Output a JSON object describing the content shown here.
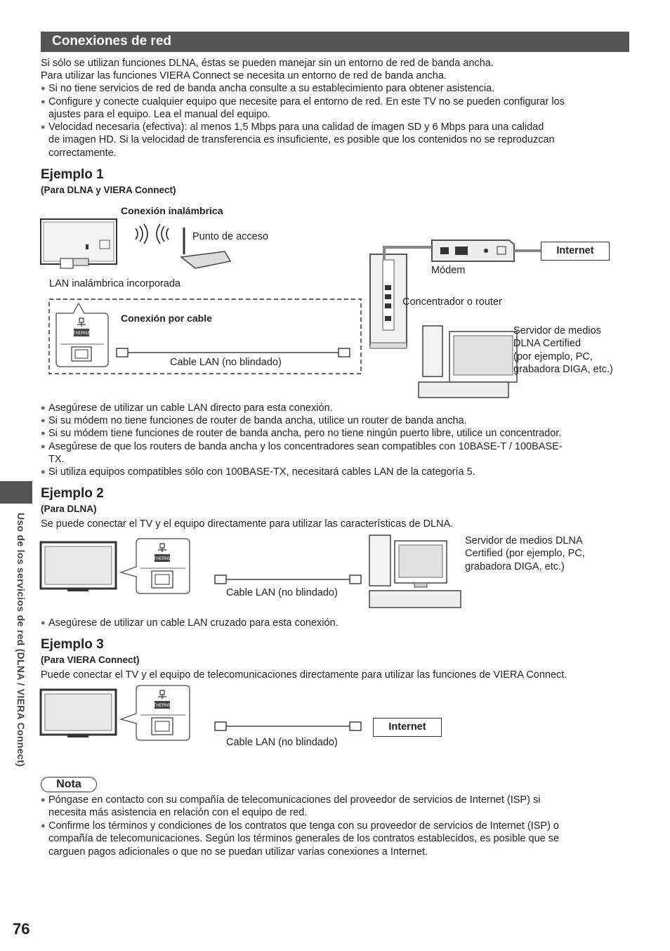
{
  "section": {
    "title": "Conexiones de red"
  },
  "intro": {
    "line1": "Si sólo se utilizan funciones DLNA, éstas se pueden manejar sin un entorno de red de banda ancha.",
    "line2": "Para utilizar las funciones VIERA Connect se necesita un entorno de red de banda ancha.",
    "bullets": [
      [
        "Si no tiene servicios de red de banda ancha consulte a su establecimiento para obtener asistencia."
      ],
      [
        "Configure y conecte cualquier equipo que necesite para el entorno de red. En este TV no se pueden configurar los",
        "ajustes para el equipo. Lea el manual del equipo."
      ],
      [
        "Velocidad necesaria (efectiva): al menos 1,5 Mbps para una calidad de imagen SD y 6 Mbps para una calidad",
        "de imagen HD. Si la velocidad de transferencia es insuficiente, es posible que los contenidos no se reproduzcan",
        "correctamente."
      ]
    ]
  },
  "example1": {
    "title": "Ejemplo 1",
    "subtitle": "(Para DLNA y VIERA Connect)",
    "wireless_label": "Conexión inalámbrica",
    "access_point": "Punto de acceso",
    "builtin_wlan": "LAN inalámbrica incorporada",
    "modem": "Módem",
    "internet": "Internet",
    "hub_router": "Concentrador o router",
    "wired_label": "Conexión por cable",
    "cable": "Cable LAN (no blindado)",
    "server": [
      "Servidor de medios",
      "DLNA Certified",
      "(por ejemplo, PC,",
      "grabadora DIGA, etc.)"
    ],
    "ethernet": "ETHERNET",
    "bullets": [
      [
        "Asegúrese de utilizar un cable LAN directo para esta conexión."
      ],
      [
        "Si su módem no tiene funciones de router de banda ancha, utilice un router de banda ancha."
      ],
      [
        "Si su módem tiene funciones de router de banda ancha, pero no tiene ningún puerto libre, utilice un concentrador."
      ],
      [
        "Asegúrese de que los routers de banda ancha y los concentradores sean compatibles con 10BASE-T / 100BASE-",
        "TX."
      ],
      [
        "Si utiliza equipos compatibles sólo con 100BASE-TX, necesitará cables LAN de la categoría 5."
      ]
    ]
  },
  "example2": {
    "title": "Ejemplo 2",
    "subtitle": "(Para DLNA)",
    "desc": "Se puede conectar el TV y el equipo directamente para utilizar las características de DLNA.",
    "cable": "Cable LAN (no blindado)",
    "server": [
      "Servidor de medios DLNA",
      "Certified (por ejemplo, PC,",
      "grabadora DIGA, etc.)"
    ],
    "ethernet": "ETHERNET",
    "bullets": [
      [
        "Asegúrese de utilizar un cable LAN cruzado para esta conexión."
      ]
    ]
  },
  "example3": {
    "title": "Ejemplo 3",
    "subtitle": "(Para VIERA Connect)",
    "desc": "Puede conectar el TV y el equipo de telecomunicaciones directamente para utilizar las funciones de VIERA Connect.",
    "cable": "Cable LAN (no blindado)",
    "internet": "Internet",
    "ethernet": "ETHERNET"
  },
  "nota": {
    "label": "Nota",
    "bullets": [
      [
        "Póngase en contacto con su compañía de telecomunicaciones del proveedor de servicios de Internet (ISP) si",
        "necesita más asistencia en relación con el equipo de red."
      ],
      [
        "Confirme los términos y condiciones de los contratos que tenga con su proveedor de servicios de Internet (ISP) o",
        "compañía de telecomunicaciones. Según los términos generales de los contratos establecidos, es posible que se",
        "carguen pagos adicionales o que no se puedan utilizar varias conexiones a Internet."
      ]
    ]
  },
  "sidebar": {
    "text": "Uso de los servicios de red (DLNA / VIERA Connect)"
  },
  "page_number": "76",
  "colors": {
    "section_bar": "#555555",
    "side_tab": "#555555"
  }
}
